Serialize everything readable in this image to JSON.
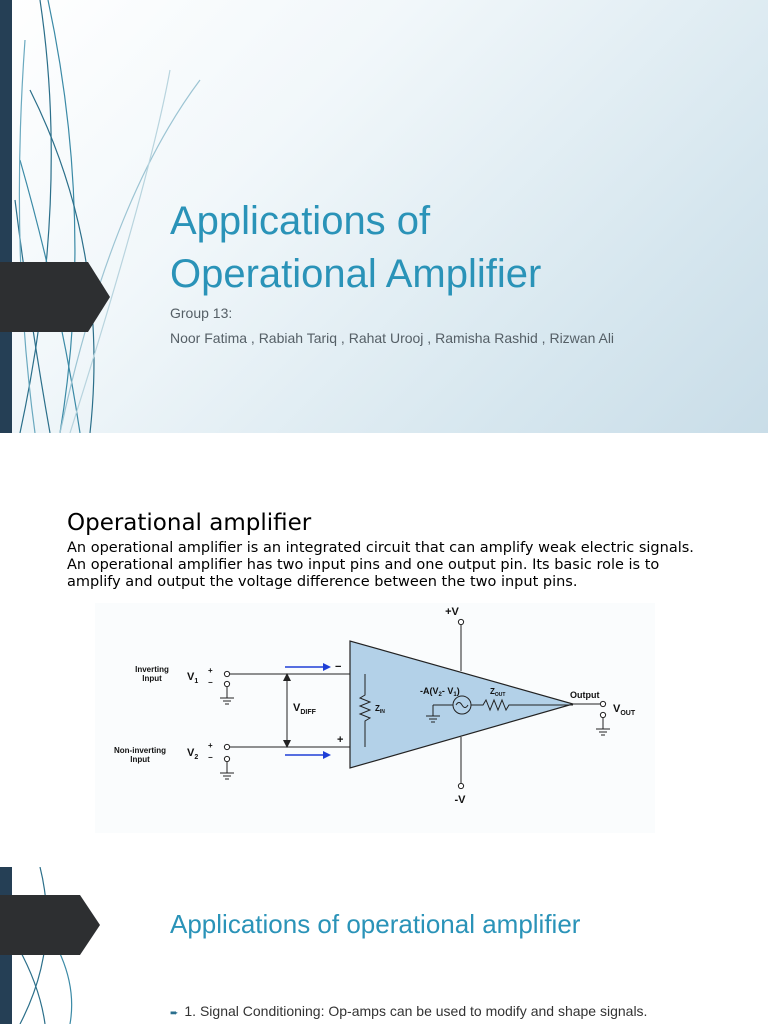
{
  "slide1": {
    "title_line1": "Applications of",
    "title_line2": "Operational Amplifier",
    "group": "Group 13:",
    "authors": "Noor Fatima , Rabiah Tariq , Rahat Urooj , Ramisha Rashid , Rizwan Ali"
  },
  "slide2": {
    "title": "Operational amplifier",
    "body_line1": "An operational amplifier is an integrated circuit that can amplify weak electric signals.",
    "body_line2": "An operational amplifier has two input pins and one output pin. Its basic role is to",
    "body_line3": "amplify and output the voltage difference between the two input pins.",
    "diagram": {
      "plus_v": "+V",
      "minus_v": "-V",
      "inverting_line1": "Inverting",
      "inverting_line2": "Input",
      "noninverting_line1": "Non-inverting",
      "noninverting_line2": "Input",
      "v1": "V",
      "v1_sub": "1",
      "v2": "V",
      "v2_sub": "2",
      "vdiff": "V",
      "vdiff_sub": "DIFF",
      "zin": "Z",
      "zin_sub": "IN",
      "gain": "-A(V",
      "gain_sub2": "2",
      "gain_mid": "- V",
      "gain_sub1": "1",
      "gain_end": ")",
      "zout": "Z",
      "zout_sub": "OUT",
      "output_label": "Output",
      "vout": "V",
      "vout_sub": "OUT",
      "pin_minus": "−",
      "pin_plus": "+",
      "src_plus": "+",
      "src_minus": "−"
    }
  },
  "slide3": {
    "title": "Applications of operational amplifier",
    "bullet1": "1. Signal Conditioning: Op-amps can be used to modify and shape signals."
  },
  "colors": {
    "accent": "#2a93b8",
    "dark_tab": "#2d2f31",
    "side_bar": "#253f55",
    "opamp_fill": "#b3d1e8",
    "arrow_blue": "#1f3fd6"
  }
}
